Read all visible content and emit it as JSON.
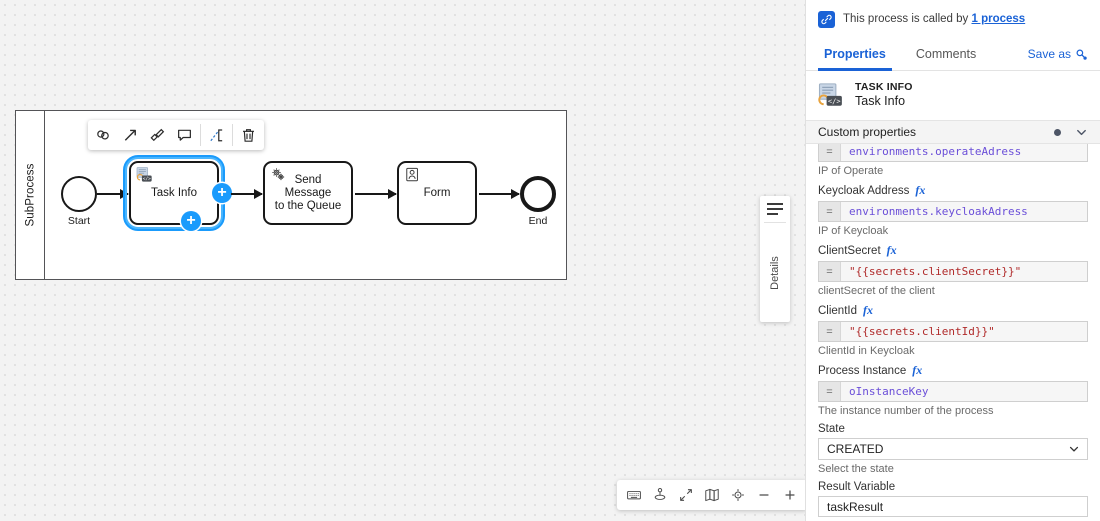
{
  "canvas": {
    "pool_label": "SubProcess",
    "nodes": [
      {
        "id": "start",
        "type": "start-event",
        "label": "Start"
      },
      {
        "id": "task-info",
        "type": "script-task",
        "label": "Task Info",
        "selected": true
      },
      {
        "id": "send-message",
        "type": "service-task",
        "label": "Send Message\nto the Queue"
      },
      {
        "id": "form",
        "type": "user-task",
        "label": "Form"
      },
      {
        "id": "end",
        "type": "end-event",
        "label": "End"
      }
    ],
    "context_pad": [
      {
        "name": "append-task-icon",
        "title": "Append task"
      },
      {
        "name": "append-end-event-icon",
        "title": "Append end event"
      },
      {
        "name": "append-gateway-icon",
        "title": "Append gateway"
      },
      {
        "name": "append-text-annotation-icon",
        "title": "Append text annotation"
      },
      {
        "name": "connect-icon",
        "title": "Connect"
      },
      {
        "name": "delete-icon",
        "title": "Delete"
      }
    ],
    "plus_handles": [
      {
        "name": "append-element-right-handle",
        "label": "+"
      },
      {
        "name": "append-element-bottom-handle",
        "label": "+"
      }
    ],
    "details_rail": {
      "label": "Details",
      "icon": "list-icon"
    },
    "toolbar": [
      {
        "name": "keyboard-shortcuts-icon",
        "label": "keyboard"
      },
      {
        "name": "hand-tool-icon",
        "label": "hand tool"
      },
      {
        "name": "fit-viewport-icon",
        "label": "fit viewport"
      },
      {
        "name": "minimap-icon",
        "label": "minimap"
      },
      {
        "name": "reset-zoom-icon",
        "label": "reset zoom"
      },
      {
        "name": "zoom-out-icon",
        "label": "−"
      },
      {
        "name": "zoom-in-icon",
        "label": "+"
      }
    ]
  },
  "panel": {
    "called_by": {
      "icon": "link-icon",
      "text": "This process is called by",
      "link_label": "1 process"
    },
    "tabs": [
      {
        "id": "properties",
        "label": "Properties",
        "active": true
      },
      {
        "id": "comments",
        "label": "Comments",
        "active": false
      }
    ],
    "save_as": {
      "label": "Save as",
      "icon": "save-as-icon"
    },
    "element": {
      "icon": "script-task-icon",
      "type": "TASK INFO",
      "name": "Task Info"
    },
    "group": {
      "title": "Custom properties",
      "dot": "modified-dot",
      "chevron": "chevron-down-icon"
    },
    "fields": [
      {
        "id": "operate-address",
        "label": "",
        "fx": false,
        "kind": "feel",
        "value": "environments.operateAdress",
        "value_style": "ident",
        "hint": "IP of Operate",
        "clipped_top": true
      },
      {
        "id": "keycloak-address",
        "label": "Keycloak Address",
        "fx": true,
        "kind": "feel",
        "value": "environments.keycloakAdress",
        "value_style": "ident",
        "hint": "IP of Keycloak"
      },
      {
        "id": "client-secret",
        "label": "ClientSecret",
        "fx": true,
        "kind": "feel",
        "value": "\"{{secrets.clientSecret}}\"",
        "value_style": "string",
        "hint": "clientSecret of the client"
      },
      {
        "id": "client-id",
        "label": "ClientId",
        "fx": true,
        "kind": "feel",
        "value": "\"{{secrets.clientId}}\"",
        "value_style": "string",
        "hint": "ClientId in Keycloak"
      },
      {
        "id": "process-instance",
        "label": "Process Instance",
        "fx": true,
        "kind": "feel",
        "value": "oInstanceKey",
        "value_style": "ident",
        "hint": "The instance number of the process"
      },
      {
        "id": "state",
        "label": "State",
        "fx": false,
        "kind": "select",
        "value": "CREATED",
        "options": [
          "CREATED"
        ],
        "hint": "Select the state"
      },
      {
        "id": "result-variable",
        "label": "Result Variable",
        "fx": false,
        "kind": "text",
        "value": "taskResult",
        "hint": ""
      }
    ]
  },
  "colors": {
    "accent": "#1a62d6",
    "selection": "#1a9bfc",
    "canvas_bg": "#f3f3f3",
    "feel_ident": "#6b4fd8",
    "feel_string": "#b02a2a"
  }
}
